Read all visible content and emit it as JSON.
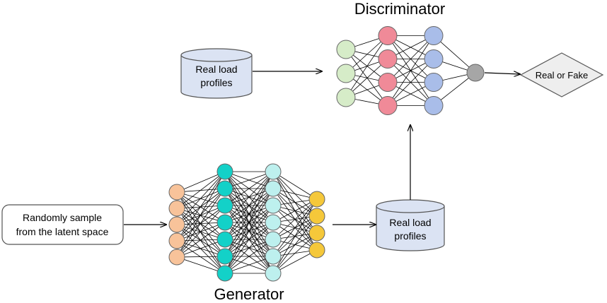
{
  "discriminator": {
    "title": "Discriminator",
    "layers": [
      {
        "nodes": 3,
        "color": "#d6ecc8"
      },
      {
        "nodes": 4,
        "color": "#f08a98"
      },
      {
        "nodes": 4,
        "color": "#a9bde9"
      },
      {
        "nodes": 1,
        "color": "#a6a6a6"
      }
    ]
  },
  "generator": {
    "title": "Generator",
    "layers": [
      {
        "nodes": 5,
        "color": "#f8c39a"
      },
      {
        "nodes": 7,
        "color": "#13d1c8"
      },
      {
        "nodes": 7,
        "color": "#bdf0ee"
      },
      {
        "nodes": 4,
        "color": "#f5c83a"
      }
    ]
  },
  "real_profiles_top": {
    "line1": "Real  load",
    "line2": "profiles"
  },
  "real_profiles_bottom": {
    "line1": "Real  load",
    "line2": "profiles"
  },
  "latent_input": {
    "line1": "Randomly sample",
    "line2": "from the latent space"
  },
  "output": {
    "label": "Real or Fake"
  },
  "colors": {
    "cylinder": "#dbe3f3",
    "decision": "#eeeeee",
    "stroke": "#555555"
  }
}
